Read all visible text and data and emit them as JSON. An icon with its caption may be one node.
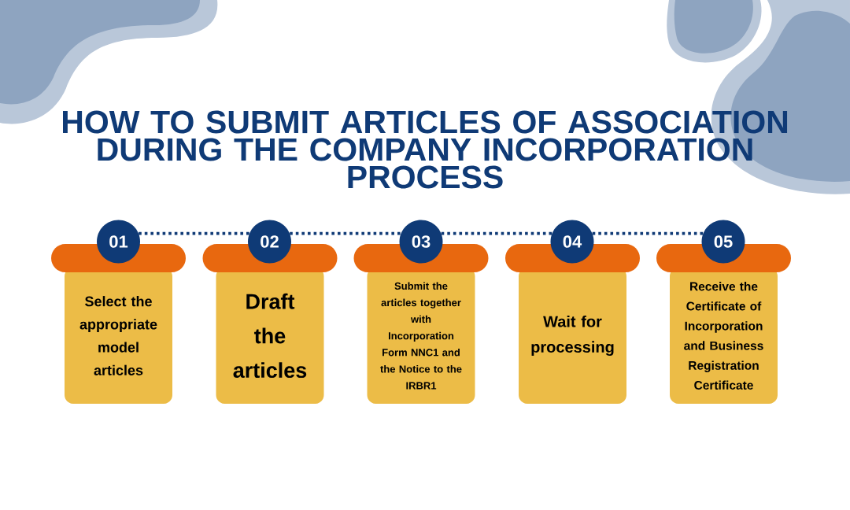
{
  "diagram": {
    "title": "HOW TO SUBMIT ARTICLES OF ASSOCIATION DURING THE COMPANY INCORPORATION PROCESS",
    "nodes": [
      {
        "text": [
          "01"
        ]
      },
      {
        "text": [
          "Select the appropriate model articles"
        ]
      },
      {
        "text": [
          "02"
        ]
      },
      {
        "text": [
          "Draft the articles"
        ]
      },
      {
        "text": [
          "03"
        ]
      },
      {
        "text": [
          "Submit the articles together with Incorporation Form NNC1 and the Notice to the IRBR1"
        ]
      },
      {
        "text": [
          "04"
        ]
      },
      {
        "text": [
          "Wait for processing"
        ]
      },
      {
        "text": [
          "05"
        ]
      },
      {
        "text": [
          "Receive the Certificate of Incorporation and Business Registration Certificate"
        ]
      }
    ],
    "edges": [
      {
        "from": 0,
        "to": 2,
        "arrow": "none",
        "style": "dashed"
      },
      {
        "from": 2,
        "to": 4,
        "arrow": "none",
        "style": "dashed"
      },
      {
        "from": 4,
        "to": 6,
        "arrow": "none",
        "style": "dashed"
      },
      {
        "from": 6,
        "to": 8,
        "arrow": "none",
        "style": "dashed"
      }
    ]
  }
}
